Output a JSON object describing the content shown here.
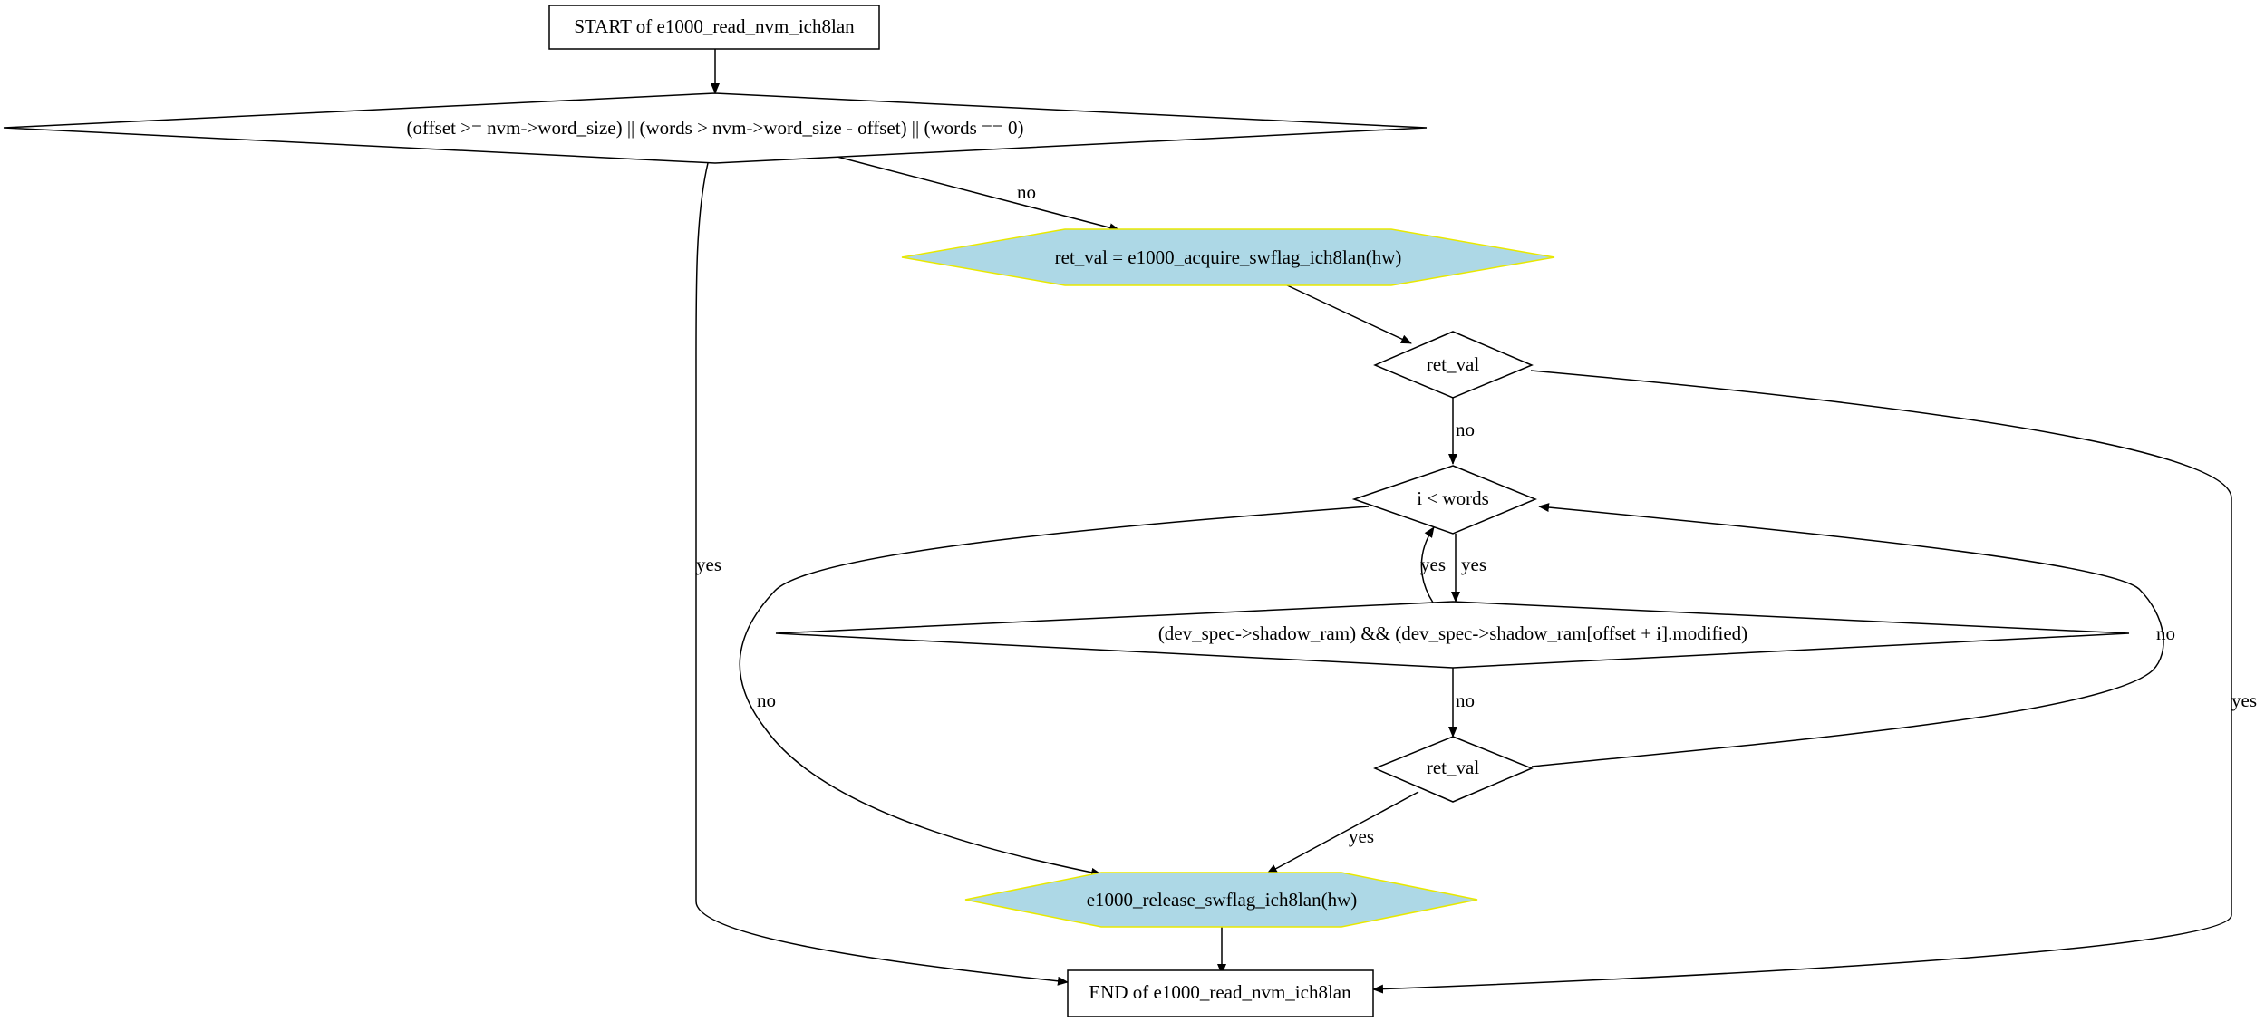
{
  "nodes": {
    "start": "START of e1000_read_nvm_ich8lan",
    "cond_offset": "(offset >= nvm->word_size) || (words > nvm->word_size - offset) || (words == 0)",
    "acquire": "ret_val = e1000_acquire_swflag_ich8lan(hw)",
    "ret_val_1": "ret_val",
    "loop": "i < words",
    "shadow": "(dev_spec->shadow_ram) && (dev_spec->shadow_ram[offset + i].modified)",
    "ret_val_2": "ret_val",
    "release": "e1000_release_swflag_ich8lan(hw)",
    "end": "END of e1000_read_nvm_ich8lan"
  },
  "edges": {
    "cond_no": "no",
    "cond_yes": "yes",
    "ret1_no": "no",
    "ret1_yes": "yes",
    "loop_yes": "yes",
    "loop_no": "no",
    "shadow_yes": "yes",
    "shadow_no": "no",
    "ret2_no": "no",
    "ret2_yes": "yes"
  },
  "colors": {
    "process_fill": "#add8e6",
    "process_stroke": "#e8e800"
  }
}
